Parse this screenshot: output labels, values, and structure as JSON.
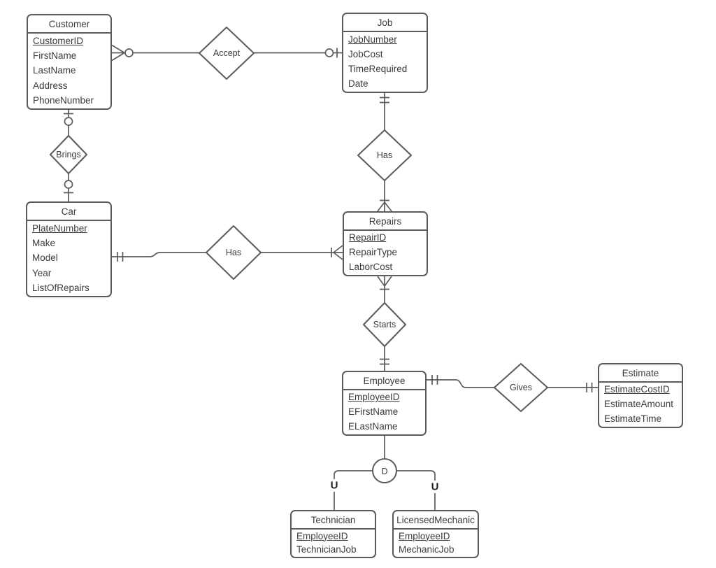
{
  "diagram": {
    "type": "entity-relationship-diagram",
    "background_color": "#ffffff",
    "line_color": "#5b5b5b",
    "text_color": "#3b3b3b"
  },
  "entities": [
    {
      "name": "Customer",
      "attributes": [
        {
          "text": "CustomerID",
          "key": true
        },
        {
          "text": "FirstName",
          "key": false
        },
        {
          "text": "LastName",
          "key": false
        },
        {
          "text": "Address",
          "key": false
        },
        {
          "text": "PhoneNumber",
          "key": false
        }
      ]
    },
    {
      "name": "Job",
      "attributes": [
        {
          "text": "JobNumber",
          "key": true
        },
        {
          "text": "JobCost",
          "key": false
        },
        {
          "text": "TimeRequired",
          "key": false
        },
        {
          "text": "Date",
          "key": false
        }
      ]
    },
    {
      "name": "Car",
      "attributes": [
        {
          "text": "PlateNumber",
          "key": true
        },
        {
          "text": "Make",
          "key": false
        },
        {
          "text": "Model",
          "key": false
        },
        {
          "text": "Year",
          "key": false
        },
        {
          "text": "ListOfRepairs",
          "key": false
        }
      ]
    },
    {
      "name": "Repairs",
      "attributes": [
        {
          "text": "RepairID",
          "key": true
        },
        {
          "text": "RepairType",
          "key": false
        },
        {
          "text": "LaborCost",
          "key": false
        }
      ]
    },
    {
      "name": "Employee",
      "attributes": [
        {
          "text": "EmployeeID",
          "key": true
        },
        {
          "text": "EFirstName",
          "key": false
        },
        {
          "text": "ELastName",
          "key": false
        }
      ]
    },
    {
      "name": "Estimate",
      "attributes": [
        {
          "text": "EstimateCostID",
          "key": true
        },
        {
          "text": "EstimateAmount",
          "key": false
        },
        {
          "text": "EstimateTime",
          "key": false
        }
      ]
    },
    {
      "name": "Technician",
      "attributes": [
        {
          "text": "EmployeeID",
          "key": true
        },
        {
          "text": "TechnicianJob",
          "key": false
        }
      ]
    },
    {
      "name": "LicensedMechanic",
      "attributes": [
        {
          "text": "EmployeeID",
          "key": true
        },
        {
          "text": "MechanicJob",
          "key": false
        }
      ]
    }
  ],
  "relationships": [
    {
      "label": "Accept",
      "from": "Customer",
      "to": "Job",
      "from_cardinality": "zero-or-many",
      "to_cardinality": "zero-or-one"
    },
    {
      "label": "Brings",
      "from": "Customer",
      "to": "Car",
      "from_cardinality": "zero-or-one",
      "to_cardinality": "zero-or-one"
    },
    {
      "label": "Has",
      "from": "Car",
      "to": "Repairs",
      "from_cardinality": "one-and-only-one",
      "to_cardinality": "one-or-many"
    },
    {
      "label": "Has",
      "from": "Job",
      "to": "Repairs",
      "from_cardinality": "one-and-only-one",
      "to_cardinality": "one-or-many"
    },
    {
      "label": "Starts",
      "from": "Repairs",
      "to": "Employee",
      "from_cardinality": "one-or-many",
      "to_cardinality": "one-and-only-one"
    },
    {
      "label": "Gives",
      "from": "Employee",
      "to": "Estimate",
      "from_cardinality": "one-and-only-one",
      "to_cardinality": "one-and-only-one"
    }
  ],
  "specialization": {
    "supertype": "Employee",
    "circle_label": "D",
    "subset_symbol": "U",
    "subtypes": [
      "Technician",
      "LicensedMechanic"
    ]
  }
}
